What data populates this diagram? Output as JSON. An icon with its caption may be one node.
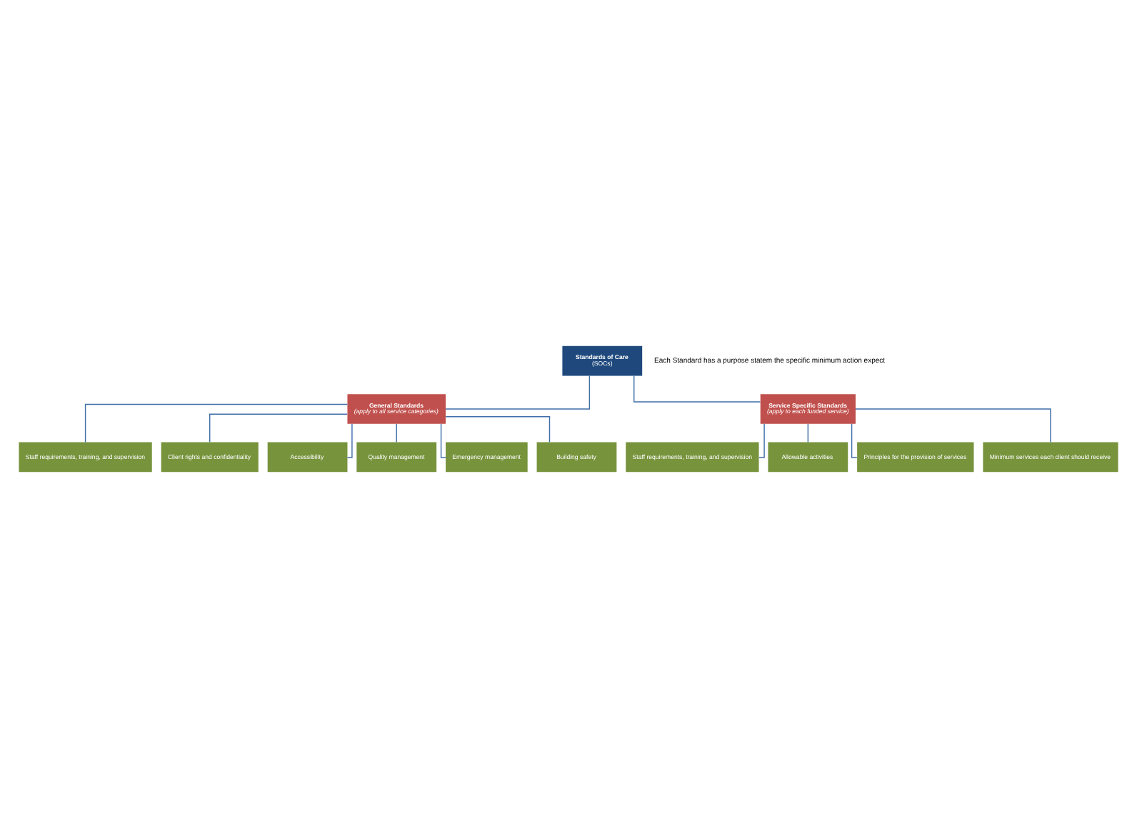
{
  "diagram": {
    "nodes": [
      {
        "text": [
          "Standards of Care",
          "(SOCs)"
        ]
      },
      {
        "text": [
          "General Standards",
          "(apply to all service categories)"
        ]
      },
      {
        "text": [
          "Service Specific Standards",
          "(apply to each funded service)"
        ]
      },
      {
        "text": [
          "Staff requirements, training, and supervision"
        ]
      },
      {
        "text": [
          "Client rights and confidentiality"
        ]
      },
      {
        "text": [
          "Accessibility"
        ]
      },
      {
        "text": [
          "Quality management"
        ]
      },
      {
        "text": [
          "Emergency management"
        ]
      },
      {
        "text": [
          "Building safety"
        ]
      },
      {
        "text": [
          "Staff requirements, training, and supervision"
        ]
      },
      {
        "text": [
          "Allowable activities"
        ]
      },
      {
        "text": [
          "Principles for the provision of services"
        ]
      },
      {
        "text": [
          "Minimum services each client should receive"
        ]
      }
    ],
    "edges": [
      {
        "from": 0,
        "to": 1,
        "arrow": "none"
      },
      {
        "from": 0,
        "to": 2,
        "arrow": "none"
      },
      {
        "from": 1,
        "to": 3,
        "arrow": "none"
      },
      {
        "from": 1,
        "to": 4,
        "arrow": "none"
      },
      {
        "from": 1,
        "to": 5,
        "arrow": "none"
      },
      {
        "from": 1,
        "to": 6,
        "arrow": "none"
      },
      {
        "from": 1,
        "to": 7,
        "arrow": "none"
      },
      {
        "from": 1,
        "to": 8,
        "arrow": "none"
      },
      {
        "from": 2,
        "to": 9,
        "arrow": "none"
      },
      {
        "from": 2,
        "to": 10,
        "arrow": "none"
      },
      {
        "from": 2,
        "to": 11,
        "arrow": "none"
      },
      {
        "from": 2,
        "to": 12,
        "arrow": "none"
      }
    ],
    "labels": [
      "Each Standard has a purpose statem the specific minimum action expect"
    ]
  }
}
